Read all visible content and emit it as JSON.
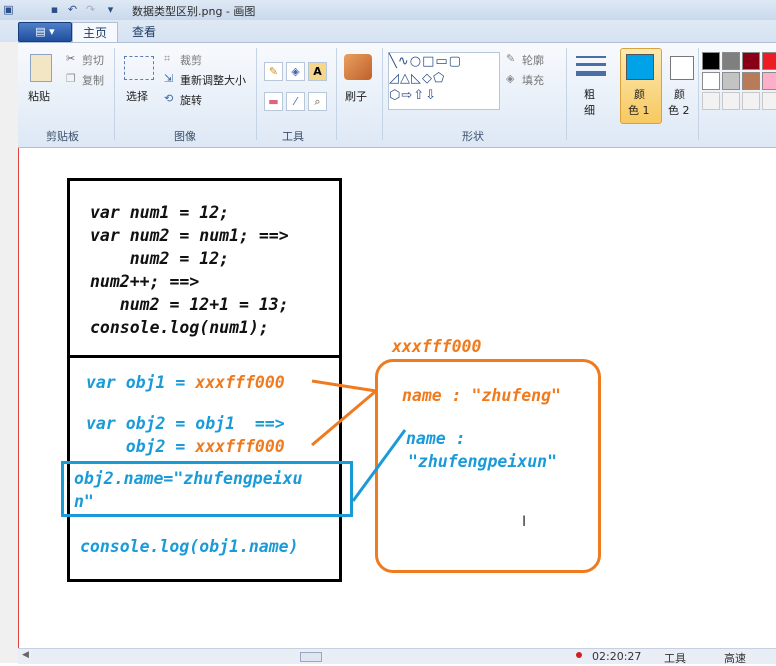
{
  "window": {
    "title": "数据类型区别.png - 画图"
  },
  "tabs": {
    "home": "主页",
    "view": "查看"
  },
  "app_menu": {
    "label": "▤ ▾"
  },
  "ribbon": {
    "clipboard": {
      "paste": "粘贴",
      "cut": "剪切",
      "copy": "复制",
      "group": "剪贴板"
    },
    "image": {
      "select": "选择",
      "crop": "裁剪",
      "resize": "重新调整大小",
      "rotate": "旋转",
      "group": "图像"
    },
    "tools": {
      "group": "工具"
    },
    "brushes": {
      "label": "刷子"
    },
    "shapes": {
      "outline": "轮廓",
      "fill": "填充",
      "group": "形状"
    },
    "size": {
      "label1": "粗",
      "label2": "细"
    },
    "color1": {
      "label1": "颜",
      "label2": "色 1"
    },
    "color2": {
      "label1": "颜",
      "label2": "色 2"
    },
    "palette": [
      "#000000",
      "#7f7f7f",
      "#880015",
      "#ed1c24",
      "#ffffff",
      "#c3c3c3",
      "#b97a57",
      "#ffaec9"
    ]
  },
  "canvas": {
    "code_lines_top": [
      "var num1 = 12;",
      "var num2 = num1; ==>",
      "    num2 = 12;",
      "num2++; ==>",
      "   num2 = 12+1 = 13;",
      "console.log(num1);"
    ],
    "obj1_prefix": "var obj1 = ",
    "obj1_addr": "xxxfff000",
    "obj2_line1": "var obj2 = obj1  ==>",
    "obj2_line2_prefix": "    obj2 = ",
    "obj2_addr": "xxxfff000",
    "assign_line1": "obj2.name=\"zhufengpeixu",
    "assign_line2": "n\"",
    "console_line": "console.log(obj1.name)",
    "heap_addr": "xxxfff000",
    "heap_name_old": "name : \"zhufeng\"",
    "heap_name_new1": "name :",
    "heap_name_new2": "\"zhufengpeixun\"",
    "accent_blue": "#1a9bd8",
    "accent_orange": "#f07a1e"
  },
  "status": {
    "time": "02:20:27",
    "tool_label": "工具",
    "extra": "高速"
  }
}
